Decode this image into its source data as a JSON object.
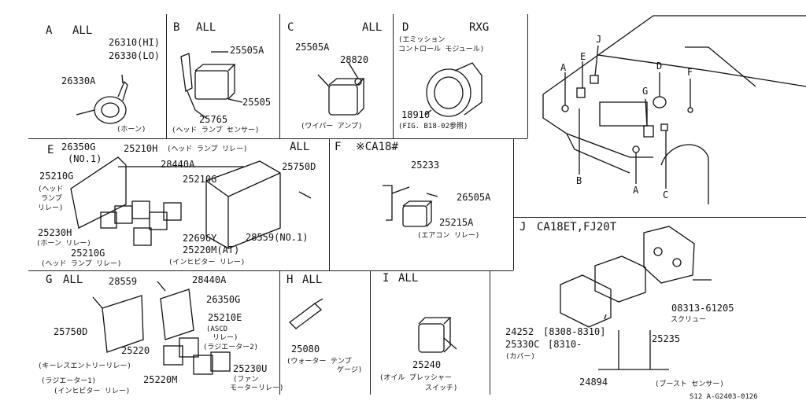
{
  "panelA": {
    "letter": "A",
    "title": "ALL",
    "p1": "26310(HI)",
    "p2": "26330(LO)",
    "p3": "26330A",
    "note": "(ホーン)"
  },
  "panelB": {
    "letter": "B",
    "title": "ALL",
    "p1": "25505A",
    "p2": "25505",
    "p3": "25765",
    "note": "(ヘッド ランプ センサー)"
  },
  "panelC": {
    "letter": "C",
    "title": "ALL",
    "p1": "25505A",
    "p2": "28820",
    "note": "(ワイパー アンプ)"
  },
  "panelD": {
    "letter": "D",
    "title": "RXG",
    "note1": "(エミッション",
    "note2": "コントロール モジュール)",
    "p1": "18910",
    "note3": "(FIG. B18-02参照)"
  },
  "panelE": {
    "letter": "E",
    "title": "ALL",
    "p1": "26350G",
    "p1b": "(NO.1)",
    "p2": "25210H",
    "p2note": "(ヘッド ランプ リレー)",
    "p3": "28440A",
    "p4": "25750D",
    "p5": "25210G",
    "p5note1": "(ヘッド",
    "p5note2": "ランプ",
    "p5note3": "リレー)",
    "p6": "25210G",
    "p7": "25230H",
    "p7note": "(ホーン リレー)",
    "p8": "25210G",
    "p8note": "(ヘッド ランプ リレー)",
    "p9": "22696Y",
    "p10": "25220M(AT)",
    "p10note": "(インヒビター リレー)",
    "p11": "28559(NO.1)"
  },
  "panelF": {
    "letter": "F",
    "title": "※CA18#",
    "p1": "25233",
    "p2": "26505A",
    "p3": "25215A",
    "note": "(エアコン リレー)"
  },
  "panelJ": {
    "letter": "J",
    "title": "CA18ET,FJ20T",
    "p1": "08313-61205",
    "p1note": "スクリュー",
    "p2": "24252",
    "p2b": "[8308-8310]",
    "p3": "25330C",
    "p3b": "[8310-",
    "p3note": "(カバー)",
    "p4": "25235",
    "p5": "24894",
    "note": "(ブースト センサー)"
  },
  "panelG": {
    "letter": "G",
    "title": "ALL",
    "p1": "28559",
    "p2": "28440A",
    "p3": "26350G",
    "p4": "25750D",
    "p5": "25210E",
    "p5n1": "(ASCD",
    "p5n2": "リレー)",
    "p5n3": "(ラジエーター2)",
    "p6": "25220",
    "p7": "25230U",
    "p7n1": "(ファン",
    "p7n2": "モーターリレー)",
    "p8": "25220M",
    "note1": "(キーレスエントリーリレー)",
    "note2": "(ラジエーター1)",
    "note3": "(インヒビター リレー)"
  },
  "panelH": {
    "letter": "H",
    "title": "ALL",
    "p1": "25080",
    "note1": "(ウォーター テンプ",
    "note2": "ゲージ)"
  },
  "panelI": {
    "letter": "I",
    "title": "ALL",
    "p1": "25240",
    "note1": "(オイル プレッシャー",
    "note2": "スイッチ)"
  },
  "car": {
    "labels": [
      "A",
      "E",
      "J",
      "D",
      "G",
      "F",
      "B",
      "A",
      "C"
    ]
  },
  "footer": {
    "code": "S12 A-G2403-0126"
  }
}
